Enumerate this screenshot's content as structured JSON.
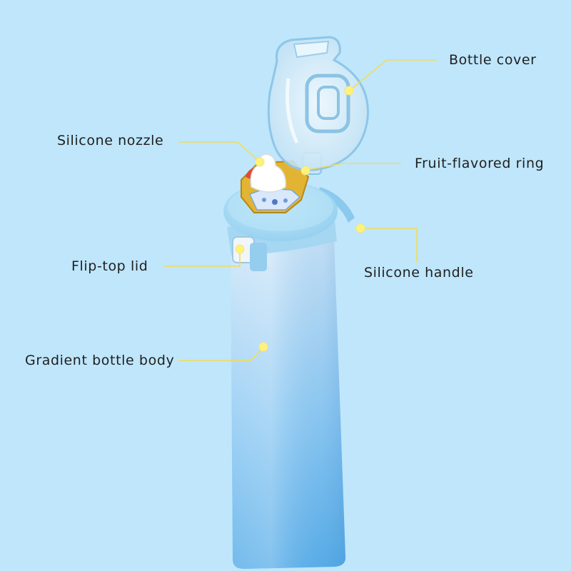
{
  "callouts": {
    "bottle_cover": "Bottle cover",
    "silicone_nozzle": "Silicone nozzle",
    "fruit_flavored_ring": "Fruit-flavored ring",
    "flip_top_lid": "Flip-top lid",
    "silicone_handle": "Silicone handle",
    "gradient_bottle_body": "Gradient bottle body"
  },
  "colors": {
    "background": "#bfe6fb",
    "leader_line": "#f2dc5a",
    "marker_dot": "#fff27a",
    "bottle_top": "#c8e3f7",
    "bottle_bottom": "#5db2ea",
    "lid": "#a9d9f1",
    "cover": "#e6f3fb",
    "ring": "#e3b433",
    "nozzle": "#ffffff"
  }
}
